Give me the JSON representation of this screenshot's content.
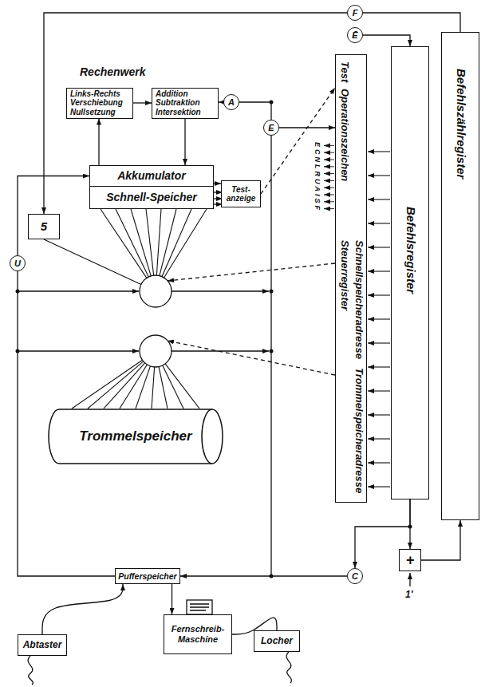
{
  "diagram": {
    "nodes": [
      {
        "text": [
          "Links-Rechts Verschiebung Nullsetzung"
        ]
      },
      {
        "text": [
          "Addition Subtraktion Intersektion"
        ]
      },
      {
        "text": [
          "A"
        ]
      },
      {
        "text": [
          "Akkumulator"
        ]
      },
      {
        "text": [
          "Schnell-Speicher"
        ]
      },
      {
        "text": [
          "Test- anzeige"
        ]
      },
      {
        "text": [
          "5"
        ]
      },
      {
        "text": [
          "U"
        ]
      },
      {
        "text": [
          "E"
        ]
      },
      {
        "text": [
          "F"
        ]
      },
      {
        "text": [
          "Ē"
        ]
      },
      {
        "text": [
          "Trommelspeicher"
        ]
      },
      {
        "text": [
          "Test",
          "Operationszeichen",
          "Steuerregister",
          "Schnellspeicheradresse",
          "Trommelspeicheradresse"
        ]
      },
      {
        "text": [
          "Befehlsregister"
        ]
      },
      {
        "text": [
          "Befehlszählregister"
        ]
      },
      {
        "text": [
          "C"
        ]
      },
      {
        "text": [
          "Pufferspeicher"
        ]
      },
      {
        "text": [
          "+"
        ]
      },
      {
        "text": [
          "Abtaster"
        ]
      },
      {
        "text": [
          "Fernschreib- Maschine"
        ]
      },
      {
        "text": [
          "Locher"
        ]
      }
    ],
    "edges": [
      {
        "from": 0,
        "to": 1,
        "arrow": "to"
      },
      {
        "from": 2,
        "to": 1,
        "arrow": "to"
      },
      {
        "from": 1,
        "to": 3,
        "arrow": "to"
      },
      {
        "from": 3,
        "to": 0,
        "arrow": "to"
      },
      {
        "from": 3,
        "to": 5,
        "arrow": "to"
      },
      {
        "from": 5,
        "to": 12,
        "arrow": "to"
      },
      {
        "from": 14,
        "to": 9,
        "arrow": "none"
      },
      {
        "from": 9,
        "to": 6,
        "arrow": "to"
      },
      {
        "from": 10,
        "to": 13,
        "arrow": "to"
      },
      {
        "from": 7,
        "to": 3,
        "arrow": "to"
      },
      {
        "from": 16,
        "to": 7,
        "arrow": "none"
      },
      {
        "from": 8,
        "to": 12,
        "arrow": "to"
      },
      {
        "from": 13,
        "to": 15,
        "arrow": "to"
      },
      {
        "from": 13,
        "to": 17,
        "arrow": "to"
      },
      {
        "from": 17,
        "to": 14,
        "arrow": "to"
      },
      {
        "from": 15,
        "to": 16,
        "arrow": "to"
      },
      {
        "from": 16,
        "to": 19,
        "arrow": "to"
      },
      {
        "from": 18,
        "to": 16,
        "arrow": "to"
      },
      {
        "from": 19,
        "to": 20,
        "arrow": "none"
      }
    ],
    "labels": [
      "Rechenwerk",
      "ECNLRUAISF",
      "1'"
    ]
  }
}
